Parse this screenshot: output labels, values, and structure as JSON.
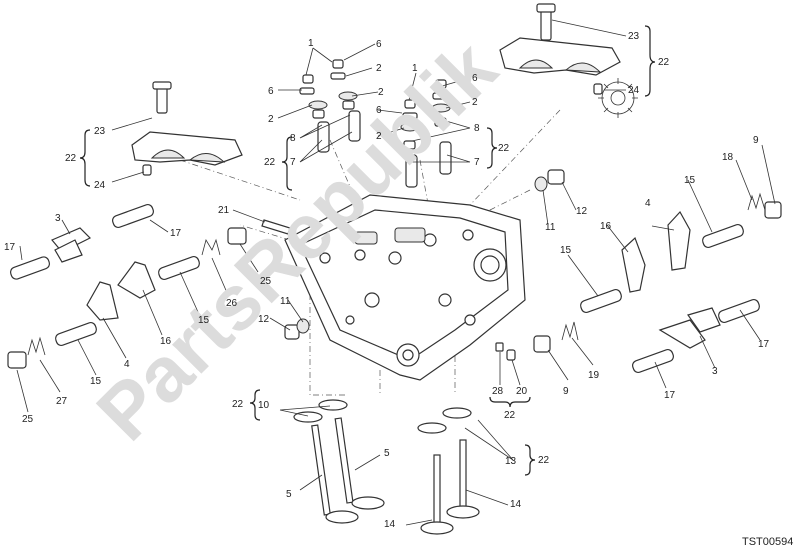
{
  "watermark": {
    "text": "PartsRepublik",
    "color": "#dcdcdc"
  },
  "drawing_code": "TST00594",
  "callouts": {
    "n1a": "1",
    "n1b": "1",
    "n2a": "2",
    "n2b": "2",
    "n2c": "2",
    "n2d": "2",
    "n3a": "3",
    "n3b": "3",
    "n4a": "4",
    "n4b": "4",
    "n5a": "5",
    "n5b": "5",
    "n6a": "6",
    "n6b": "6",
    "n6c": "6",
    "n6d": "6",
    "n7a": "7",
    "n7b": "7",
    "n8a": "8",
    "n8b": "8",
    "n9a": "9",
    "n9b": "9",
    "n10": "10",
    "n11a": "11",
    "n11b": "11",
    "n12a": "12",
    "n12b": "12",
    "n13": "13",
    "n14a": "14",
    "n14b": "14",
    "n15a": "15",
    "n15b": "15",
    "n15c": "15",
    "n15d": "15",
    "n16a": "16",
    "n16b": "16",
    "n17a": "17",
    "n17b": "17",
    "n17c": "17",
    "n17d": "17",
    "n18": "18",
    "n19": "19",
    "n20": "20",
    "n21": "21",
    "n22a": "22",
    "n22b": "22",
    "n22c": "22",
    "n22d": "22",
    "n22e": "22",
    "n22f": "22",
    "n22g": "22",
    "n23a": "23",
    "n23b": "23",
    "n24a": "24",
    "n24b": "24",
    "n25a": "25",
    "n25b": "25",
    "n26": "26",
    "n27": "27",
    "n28": "28"
  }
}
